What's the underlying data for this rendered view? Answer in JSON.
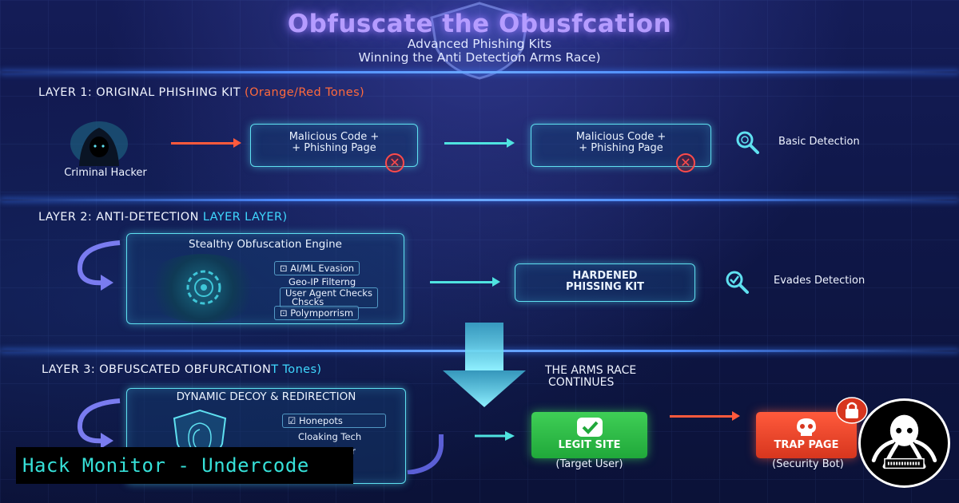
{
  "header": {
    "title": "Obfuscate the Obusfcation",
    "subtitle_line1": "Advanced Phishing Kits",
    "subtitle_line2": "Winning the Anti Detection Arms Race)"
  },
  "layer1": {
    "label": "LAYER 1: ORIGINAL PHISHING KIT",
    "label_accent": "(Orange/Red Tones)",
    "actor": "Criminal Hacker",
    "box1_line1": "Malicious Code  +",
    "box1_line2": "+ Phishing Page",
    "box2_line1": "Malicious Code  +",
    "box2_line2": "+ Phishing Page",
    "detection": "Basic Detection"
  },
  "layer2": {
    "label": "LAYER 2: ANTI-DETECTION",
    "label_accent": "LAYER LAYER)",
    "engine_title": "Stealthy Obfuscation Engine",
    "features": [
      "AI/ML Evasion",
      "Geo-IP Filterng",
      "User Agent Checks",
      "Chscks",
      "Polymporrism"
    ],
    "kit_line1": "HARDENED",
    "kit_line2": "PHISSING KIT",
    "result": "Evades Detection"
  },
  "layer3": {
    "label": "LAYER 3: OBFUSCATED OBFURCATION",
    "label_accent": "T Tones)",
    "decoy_title": "DYNAMIC DECOY & REDIRECTION",
    "features": [
      "Honepots",
      "Cloaking Tech",
      "avior"
    ],
    "arms_race_line1": "THE ARMS RACE",
    "arms_race_line2": "CONTINUES",
    "legit_label": "LEGIT SITE",
    "legit_caption": "(Target User)",
    "trap_label": "TRAP PAGE",
    "trap_caption": "(Security Bot)"
  },
  "watermark": "Hack Monitor - Undercode",
  "colors": {
    "background": "#0f1748",
    "title_glow": "#b59cff",
    "accent_orange": "#ff6a3c",
    "accent_cyan": "#3fd8ff",
    "panel_border": "#5fe0f0",
    "success_green": "#2fbf48",
    "danger_red": "#e8452a",
    "watermark_text": "#36e0d8"
  },
  "icons": [
    "shield-icon",
    "hooded-hacker-icon",
    "x-circle-icon",
    "magnifier-icon",
    "magnifier-check-icon",
    "checkmark-icon",
    "lock-icon",
    "skull-icon",
    "octopus-logo-icon"
  ]
}
